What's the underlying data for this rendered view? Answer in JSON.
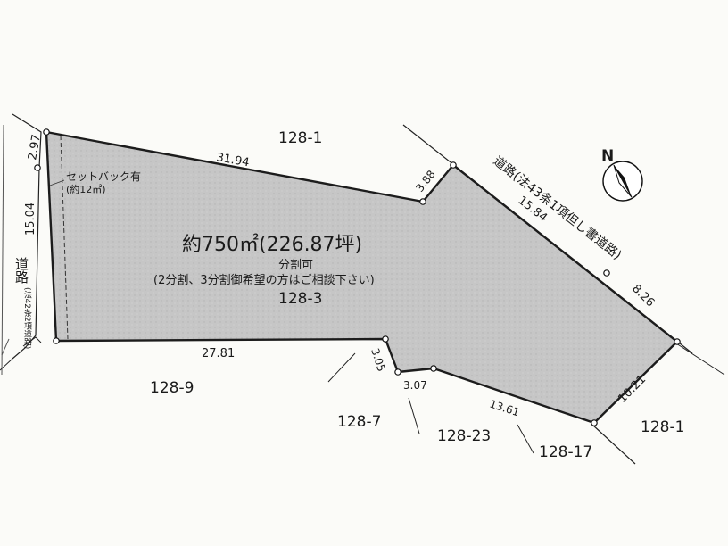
{
  "lot": {
    "number": "128-3",
    "area": "約750㎡(226.87坪)",
    "divisible": "分割可",
    "note": "(2分割、3分割御希望の方はご相談下さい)",
    "fill_color": "#c9c9c9"
  },
  "setback": {
    "label": "セットバック有",
    "area": "(約12㎡)"
  },
  "roads": {
    "east": "道路(法43条1項但し書道路)",
    "west_main": "道路",
    "west_sub": "(法42条2項道路)"
  },
  "neighbors": {
    "north": "128-1",
    "east": "128-1",
    "southwest": "128-9",
    "south_a": "128-7",
    "south_b": "128-23",
    "south_c": "128-17"
  },
  "dimensions": {
    "north": "31.94",
    "notch_top": "3.88",
    "road_east_1": "15.84",
    "road_east_2": "8.26",
    "east_south": "10.21",
    "south_east": "13.61",
    "south_mid": "3.07",
    "south_step": "3.05",
    "south_west": "27.81",
    "west_main": "15.04",
    "west_top": "2.97"
  },
  "compass": {
    "label": "N",
    "icon": "north-arrow-icon"
  }
}
